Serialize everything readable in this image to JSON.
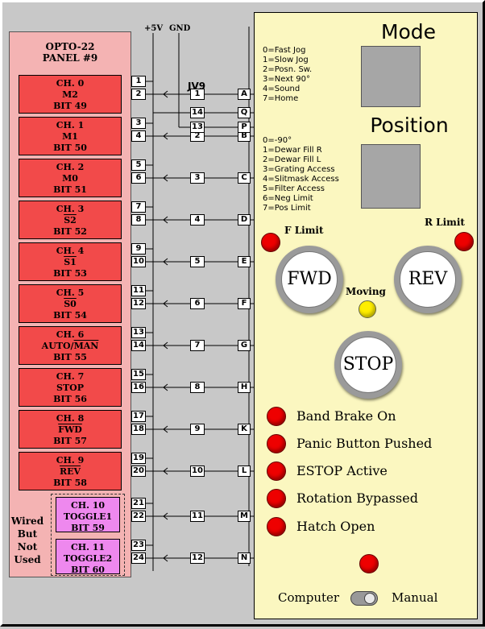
{
  "power": {
    "plus5v": "+5V",
    "gnd": "GND"
  },
  "panel": {
    "title_line1": "OPTO-22",
    "title_line2": "PANEL #9"
  },
  "jv_header": "JV9",
  "channels": [
    {
      "ch": "CH. 0",
      "signal": "M2",
      "bit": "BIT 49",
      "overline": false,
      "pins": [
        "1",
        "2"
      ],
      "jv": "1",
      "conn": "A"
    },
    {
      "ch": "CH. 1",
      "signal": "M1",
      "bit": "BIT 50",
      "overline": false,
      "pins": [
        "3",
        "4"
      ],
      "jv": "2",
      "conn": "B"
    },
    {
      "ch": "CH. 2",
      "signal": "M0",
      "bit": "BIT 51",
      "overline": false,
      "pins": [
        "5",
        "6"
      ],
      "jv": "3",
      "conn": "C"
    },
    {
      "ch": "CH. 3",
      "signal": "S2",
      "bit": "BIT 52",
      "overline": true,
      "pins": [
        "7",
        "8"
      ],
      "jv": "4",
      "conn": "D"
    },
    {
      "ch": "CH. 4",
      "signal": "S1",
      "bit": "BIT 53",
      "overline": true,
      "pins": [
        "9",
        "10"
      ],
      "jv": "5",
      "conn": "E"
    },
    {
      "ch": "CH. 5",
      "signal": "S0",
      "bit": "BIT 54",
      "overline": true,
      "pins": [
        "11",
        "12"
      ],
      "jv": "6",
      "conn": "F"
    },
    {
      "ch": "CH. 6",
      "signal_a": "AUTO/",
      "signal_b": "MAN",
      "bit": "BIT 55",
      "overline": false,
      "pins": [
        "13",
        "14"
      ],
      "jv": "7",
      "conn": "G"
    },
    {
      "ch": "CH. 7",
      "signal": "STOP",
      "bit": "BIT 56",
      "overline": false,
      "pins": [
        "15",
        "16"
      ],
      "jv": "8",
      "conn": "H"
    },
    {
      "ch": "CH. 8",
      "signal": "FWD",
      "bit": "BIT 57",
      "overline": true,
      "pins": [
        "17",
        "18"
      ],
      "jv": "9",
      "conn": "K"
    },
    {
      "ch": "CH. 9",
      "signal": "REV",
      "bit": "BIT 58",
      "overline": true,
      "pins": [
        "19",
        "20"
      ],
      "jv": "10",
      "conn": "L"
    },
    {
      "ch": "CH. 10",
      "signal": "TOGGLE1",
      "bit": "BIT 59",
      "overline": false,
      "pins": [
        "21",
        "22"
      ],
      "jv": "11",
      "conn": "M"
    },
    {
      "ch": "CH. 11",
      "signal": "TOGGLE2",
      "bit": "BIT 60",
      "overline": false,
      "pins": [
        "23",
        "24"
      ],
      "jv": "12",
      "conn": "N"
    }
  ],
  "extra_jv": [
    {
      "jv": "14",
      "conn": "Q"
    },
    {
      "jv": "13",
      "conn": "P"
    }
  ],
  "wired_note": [
    "Wired",
    "But Not",
    "Used"
  ],
  "mode": {
    "title": "Mode",
    "legend": [
      "0=Fast Jog",
      "1=Slow Jog",
      "2=Posn. Sw.",
      "3=Next 90°",
      "4=Sound",
      "7=Home"
    ]
  },
  "position": {
    "title": "Position",
    "legend": [
      "0=-90°",
      "1=Dewar Fill R",
      "2=Dewar Fill L",
      "3=Grating Access",
      "4=Slitmask Access",
      "5=Filter Access",
      "6=Neg Limit",
      "7=Pos Limit"
    ]
  },
  "limits": {
    "f_limit": "F Limit",
    "r_limit": "R Limit"
  },
  "buttons": {
    "fwd": "FWD",
    "rev": "REV",
    "stop": "STOP"
  },
  "moving_label": "Moving",
  "status_lights": [
    "Band Brake On",
    "Panic Button Pushed",
    "ESTOP Active",
    "Rotation Bypassed",
    "Hatch Open"
  ],
  "switch": {
    "left_label": "Computer",
    "right_label": "Manual",
    "position": "manual"
  },
  "colors": {
    "channel": "#f24a4a",
    "toggle_channel": "#ee88ee",
    "opto_panel": "#f4b3b3",
    "control_panel": "#fbf7c0",
    "led_red": "#ee0000",
    "led_yellow": "#ffee00"
  }
}
